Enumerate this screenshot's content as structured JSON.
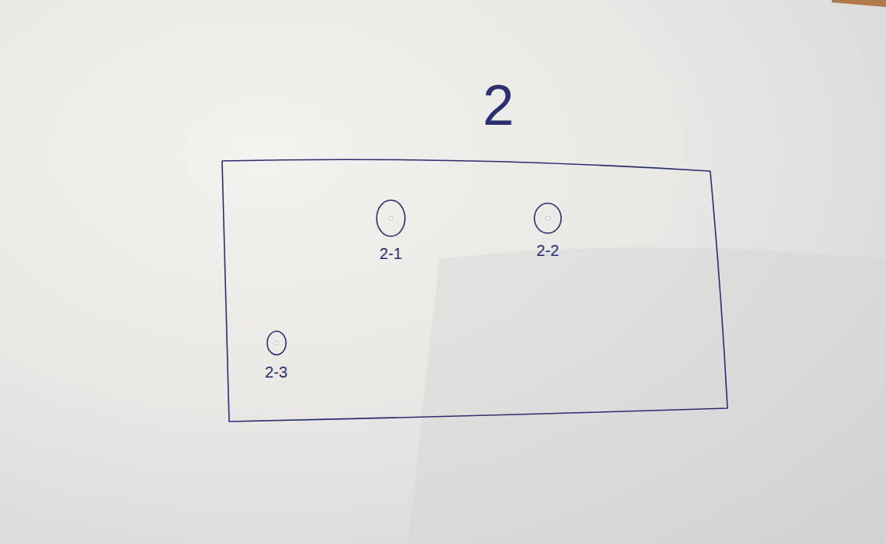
{
  "diagram": {
    "nodes": [
      {
        "text": [
          "2"
        ]
      },
      {
        "text": [
          "2-1"
        ],
        "in": 0
      },
      {
        "text": [
          "2-2"
        ],
        "in": 0
      },
      {
        "text": [
          "2-3"
        ],
        "in": 0
      }
    ]
  }
}
